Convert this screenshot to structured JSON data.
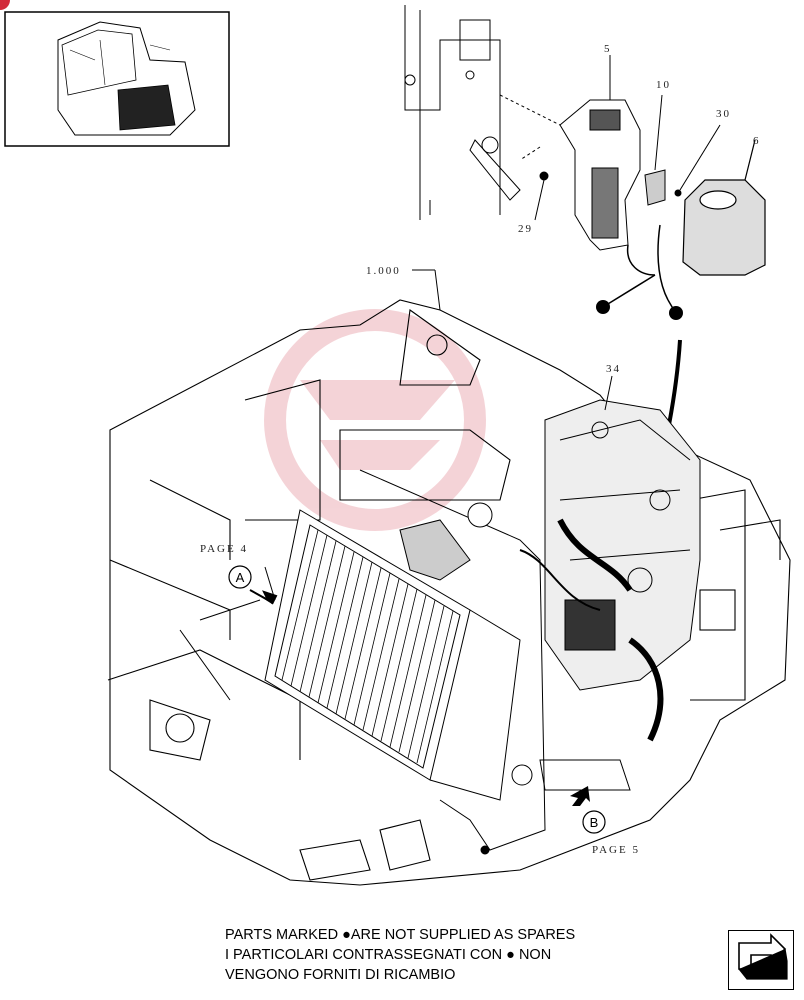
{
  "callouts": {
    "p5": "5",
    "p10": "10",
    "p30": "30",
    "p6": "6",
    "p29": "29",
    "p1000": "1.000",
    "p34": "34"
  },
  "page_refs": {
    "page4": "PAGE 4",
    "page5": "PAGE 5"
  },
  "markers": {
    "a": "A",
    "b": "B"
  },
  "footer_note": {
    "line1": "PARTS MARKED ●ARE NOT SUPPLIED AS SPARES",
    "line2": "I PARTICOLARI  CONTRASSEGNATI  CON ● NON",
    "line3": "VENGONO FORNITI DI RICAMBIO"
  },
  "icons": {
    "nav": "next-page-arrow-icon",
    "corner": "red-corner-dot"
  },
  "colors": {
    "watermark": "#e8a0a8",
    "corner_dot": "#d22a3a",
    "line": "#000000"
  }
}
